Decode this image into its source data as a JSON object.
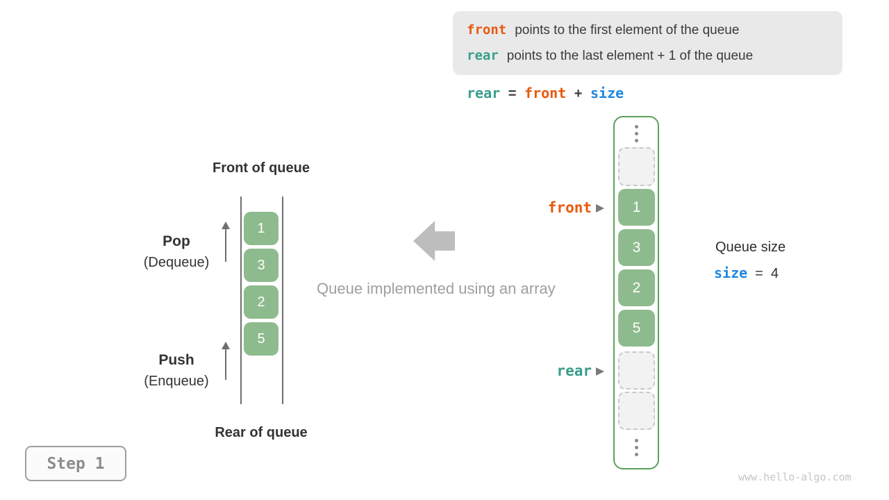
{
  "info_box": {
    "line1_keyword": "front",
    "line1_text": "points to the first element of the queue",
    "line2_keyword": "rear",
    "line2_text": "points to the last element + 1 of the queue"
  },
  "formula": {
    "rear": "rear",
    "eq": "=",
    "front": "front",
    "plus": "+",
    "size": "size"
  },
  "left_queue": {
    "front_label": "Front of queue",
    "rear_label": "Rear of queue",
    "pop": "Pop",
    "pop_sub": "(Dequeue)",
    "push": "Push",
    "push_sub": "(Enqueue)",
    "values": [
      "1",
      "3",
      "2",
      "5"
    ]
  },
  "caption": "Queue implemented using an array",
  "right_array": {
    "front_pointer": "front",
    "rear_pointer": "rear",
    "values": [
      "1",
      "3",
      "2",
      "5"
    ]
  },
  "queue_size": {
    "label": "Queue size",
    "var": "size",
    "eq": "=",
    "value": "4"
  },
  "step_label": "Step 1",
  "watermark": "www.hello-algo.com",
  "colors": {
    "front_orange": "#e7590f",
    "rear_teal": "#389d8b",
    "size_blue": "#1d87e2",
    "cell_green": "#8dbb8d",
    "container_border_green": "#5ca05c",
    "info_box_bg": "#e9e9e9",
    "muted_gray": "#9e9e9e"
  }
}
